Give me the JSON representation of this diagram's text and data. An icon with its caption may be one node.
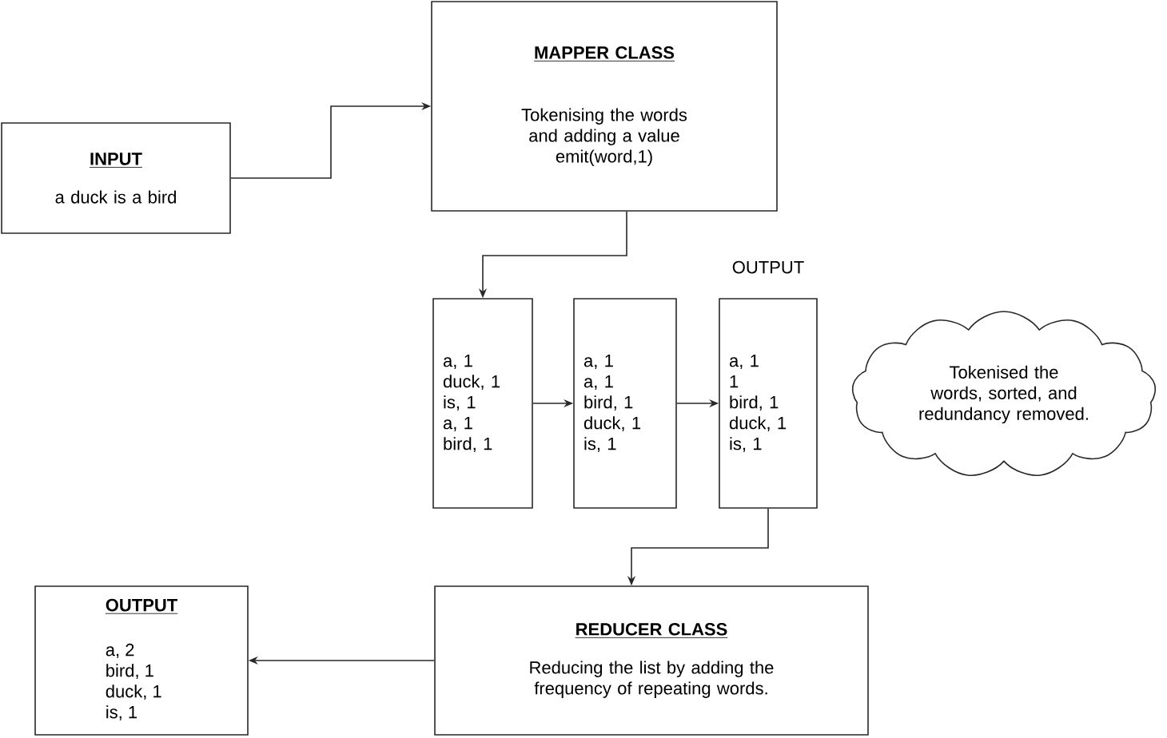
{
  "diagram": {
    "nodes": [
      {
        "text": [
          "INPUT",
          "a duck is a bird"
        ]
      },
      {
        "text": [
          "MAPPER CLASS",
          "Tokenising the words and adding a value",
          "emit(word,1)"
        ]
      },
      {
        "text": [
          "a, 1",
          "duck, 1",
          "is, 1",
          "a, 1",
          "bird, 1"
        ]
      },
      {
        "text": [
          "a, 1",
          "a, 1",
          "bird, 1",
          "duck, 1",
          "is, 1"
        ]
      },
      {
        "text": [
          "a, 1",
          "1",
          "bird, 1",
          "duck, 1",
          "is, 1"
        ],
        "beside": [
          "OUTPUT"
        ]
      },
      {
        "text": [
          "Tokenised the words, sorted, and redundancy removed."
        ]
      },
      {
        "text": [
          "REDUCER CLASS",
          "Reducing the list by adding the frequency of repeating words."
        ]
      },
      {
        "text": [
          "OUTPUT",
          "a, 2",
          "bird, 1",
          "duck, 1",
          "is, 1"
        ]
      }
    ],
    "edges": [
      {
        "from": 0,
        "to": 1,
        "arrow": "to"
      },
      {
        "from": 1,
        "to": 2,
        "arrow": "to"
      },
      {
        "from": 2,
        "to": 3,
        "arrow": "to"
      },
      {
        "from": 3,
        "to": 4,
        "arrow": "to"
      },
      {
        "from": 4,
        "to": 6,
        "arrow": "to"
      },
      {
        "from": 6,
        "to": 7,
        "arrow": "to"
      }
    ]
  }
}
